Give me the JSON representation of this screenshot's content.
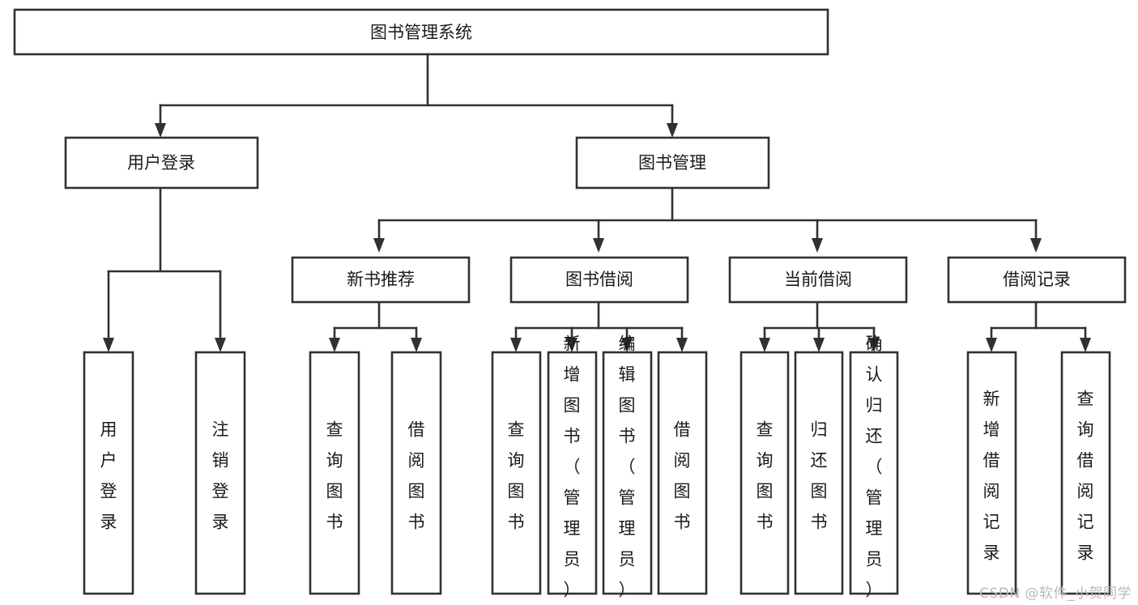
{
  "title": "图书管理系统",
  "watermark": "CSDN @软件_小贺同学",
  "colors": {
    "stroke": "#33302e",
    "fill": "#ffffff",
    "text": "#1a1a1a",
    "background": "#ffffff",
    "watermark": "#b9b9b9"
  },
  "chart_data": {
    "type": "diagram",
    "diagram_kind": "hierarchy-tree",
    "title": "图书管理系统",
    "levels": 4,
    "nodes": [
      {
        "id": "root",
        "label": "图书管理系统",
        "level": 0,
        "orientation": "horizontal"
      },
      {
        "id": "login",
        "label": "用户登录",
        "level": 1,
        "orientation": "horizontal"
      },
      {
        "id": "bookmgmt",
        "label": "图书管理",
        "level": 1,
        "orientation": "horizontal"
      },
      {
        "id": "newbook",
        "label": "新书推荐",
        "level": 2,
        "orientation": "horizontal"
      },
      {
        "id": "borrow",
        "label": "图书借阅",
        "level": 2,
        "orientation": "horizontal"
      },
      {
        "id": "current",
        "label": "当前借阅",
        "level": 2,
        "orientation": "horizontal"
      },
      {
        "id": "record",
        "label": "借阅记录",
        "level": 2,
        "orientation": "horizontal"
      },
      {
        "id": "login-1",
        "label": "用户登录",
        "level": 3,
        "orientation": "vertical"
      },
      {
        "id": "login-2",
        "label": "注销登录",
        "level": 3,
        "orientation": "vertical"
      },
      {
        "id": "newbook-1",
        "label": "查询图书",
        "level": 3,
        "orientation": "vertical"
      },
      {
        "id": "newbook-2",
        "label": "借阅图书",
        "level": 3,
        "orientation": "vertical"
      },
      {
        "id": "borrow-1",
        "label": "查询图书",
        "level": 3,
        "orientation": "vertical"
      },
      {
        "id": "borrow-2",
        "label": "新增图书（管理员）",
        "level": 3,
        "orientation": "vertical"
      },
      {
        "id": "borrow-3",
        "label": "编辑图书（管理员）",
        "level": 3,
        "orientation": "vertical"
      },
      {
        "id": "borrow-4",
        "label": "借阅图书",
        "level": 3,
        "orientation": "vertical"
      },
      {
        "id": "current-1",
        "label": "查询图书",
        "level": 3,
        "orientation": "vertical"
      },
      {
        "id": "current-2",
        "label": "归还图书",
        "level": 3,
        "orientation": "vertical"
      },
      {
        "id": "current-3",
        "label": "确认归还（管理员）",
        "level": 3,
        "orientation": "vertical"
      },
      {
        "id": "record-1",
        "label": "新增借阅记录",
        "level": 3,
        "orientation": "vertical"
      },
      {
        "id": "record-2",
        "label": "查询借阅记录",
        "level": 3,
        "orientation": "vertical"
      }
    ],
    "edges": [
      {
        "from": "root",
        "to": "login"
      },
      {
        "from": "root",
        "to": "bookmgmt"
      },
      {
        "from": "login",
        "to": "login-1"
      },
      {
        "from": "login",
        "to": "login-2"
      },
      {
        "from": "bookmgmt",
        "to": "newbook"
      },
      {
        "from": "bookmgmt",
        "to": "borrow"
      },
      {
        "from": "bookmgmt",
        "to": "current"
      },
      {
        "from": "bookmgmt",
        "to": "record"
      },
      {
        "from": "newbook",
        "to": "newbook-1"
      },
      {
        "from": "newbook",
        "to": "newbook-2"
      },
      {
        "from": "borrow",
        "to": "borrow-1"
      },
      {
        "from": "borrow",
        "to": "borrow-2"
      },
      {
        "from": "borrow",
        "to": "borrow-3"
      },
      {
        "from": "borrow",
        "to": "borrow-4"
      },
      {
        "from": "current",
        "to": "current-1"
      },
      {
        "from": "current",
        "to": "current-2"
      },
      {
        "from": "current",
        "to": "current-3"
      },
      {
        "from": "record",
        "to": "record-1"
      },
      {
        "from": "record",
        "to": "record-2"
      }
    ]
  },
  "boxes": {
    "root": {
      "label": "图书管理系统"
    },
    "login": {
      "label": "用户登录"
    },
    "bookmgmt": {
      "label": "图书管理"
    },
    "newbook": {
      "label": "新书推荐"
    },
    "borrow": {
      "label": "图书借阅"
    },
    "current": {
      "label": "当前借阅"
    },
    "record": {
      "label": "借阅记录"
    },
    "login_1": {
      "label": "用户登录"
    },
    "login_2": {
      "label": "注销登录"
    },
    "newbook_1": {
      "label": "查询图书"
    },
    "newbook_2": {
      "label": "借阅图书"
    },
    "borrow_1": {
      "label": "查询图书"
    },
    "borrow_2": {
      "label": "新增图书（管理员）"
    },
    "borrow_3": {
      "label": "编辑图书（管理员）"
    },
    "borrow_4": {
      "label": "借阅图书"
    },
    "current_1": {
      "label": "查询图书"
    },
    "current_2": {
      "label": "归还图书"
    },
    "current_3": {
      "label": "确认归还（管理员）"
    },
    "record_1": {
      "label": "新增借阅记录"
    },
    "record_2": {
      "label": "查询借阅记录"
    }
  }
}
